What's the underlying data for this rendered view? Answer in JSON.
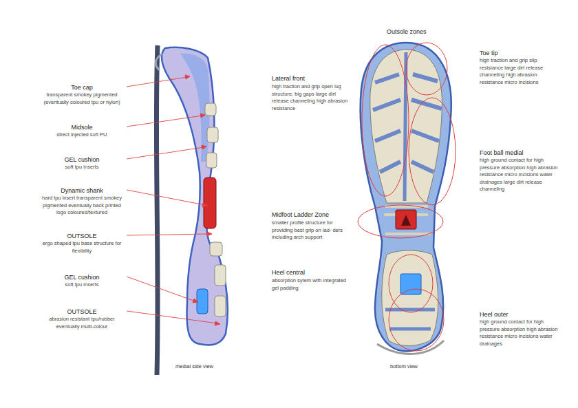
{
  "diagram": {
    "labels": [
      "Outsole zones",
      "Toe cap",
      "transparent smokey pigmented (eventually coloured tpu or nylon)",
      "Midsole",
      "direct injected soft PU",
      "GEL cushion",
      "soft tpu inserts",
      "Dynamic shank",
      "hard tpu insert transparent smokey pigmented eventually back printed logo coloured/textured",
      "OUTSOLE",
      "ergo shaped tpu base structure for flexibility",
      "GEL cushion",
      "soft tpu inserts",
      "OUTSOLE",
      "abrasion resistant tpu/rubber eventually multi-colour",
      "medial side view",
      "Lateral front",
      "high traction and grip open lug structure, big gaps large dirt release channeling high abrasion resistance",
      "Midfoot Ladder Zone",
      "smaller profile structure for providing best grip on lad- ders including arch support",
      "Heel central",
      "absorption sytem with integrated gel padding",
      "bottom view",
      "Toe tip",
      "high traction and grip slip resistance large dirt release channeling high abrasion resistance micro incisions",
      "Foot ball medial",
      "high ground contact for high pressure absorption high abrasion resistance micro incisions water drainages large dirt release channeling",
      "Heel outer",
      "high ground contact for high pressure absorption high abrasion resistance micro incisions water drainages"
    ]
  }
}
